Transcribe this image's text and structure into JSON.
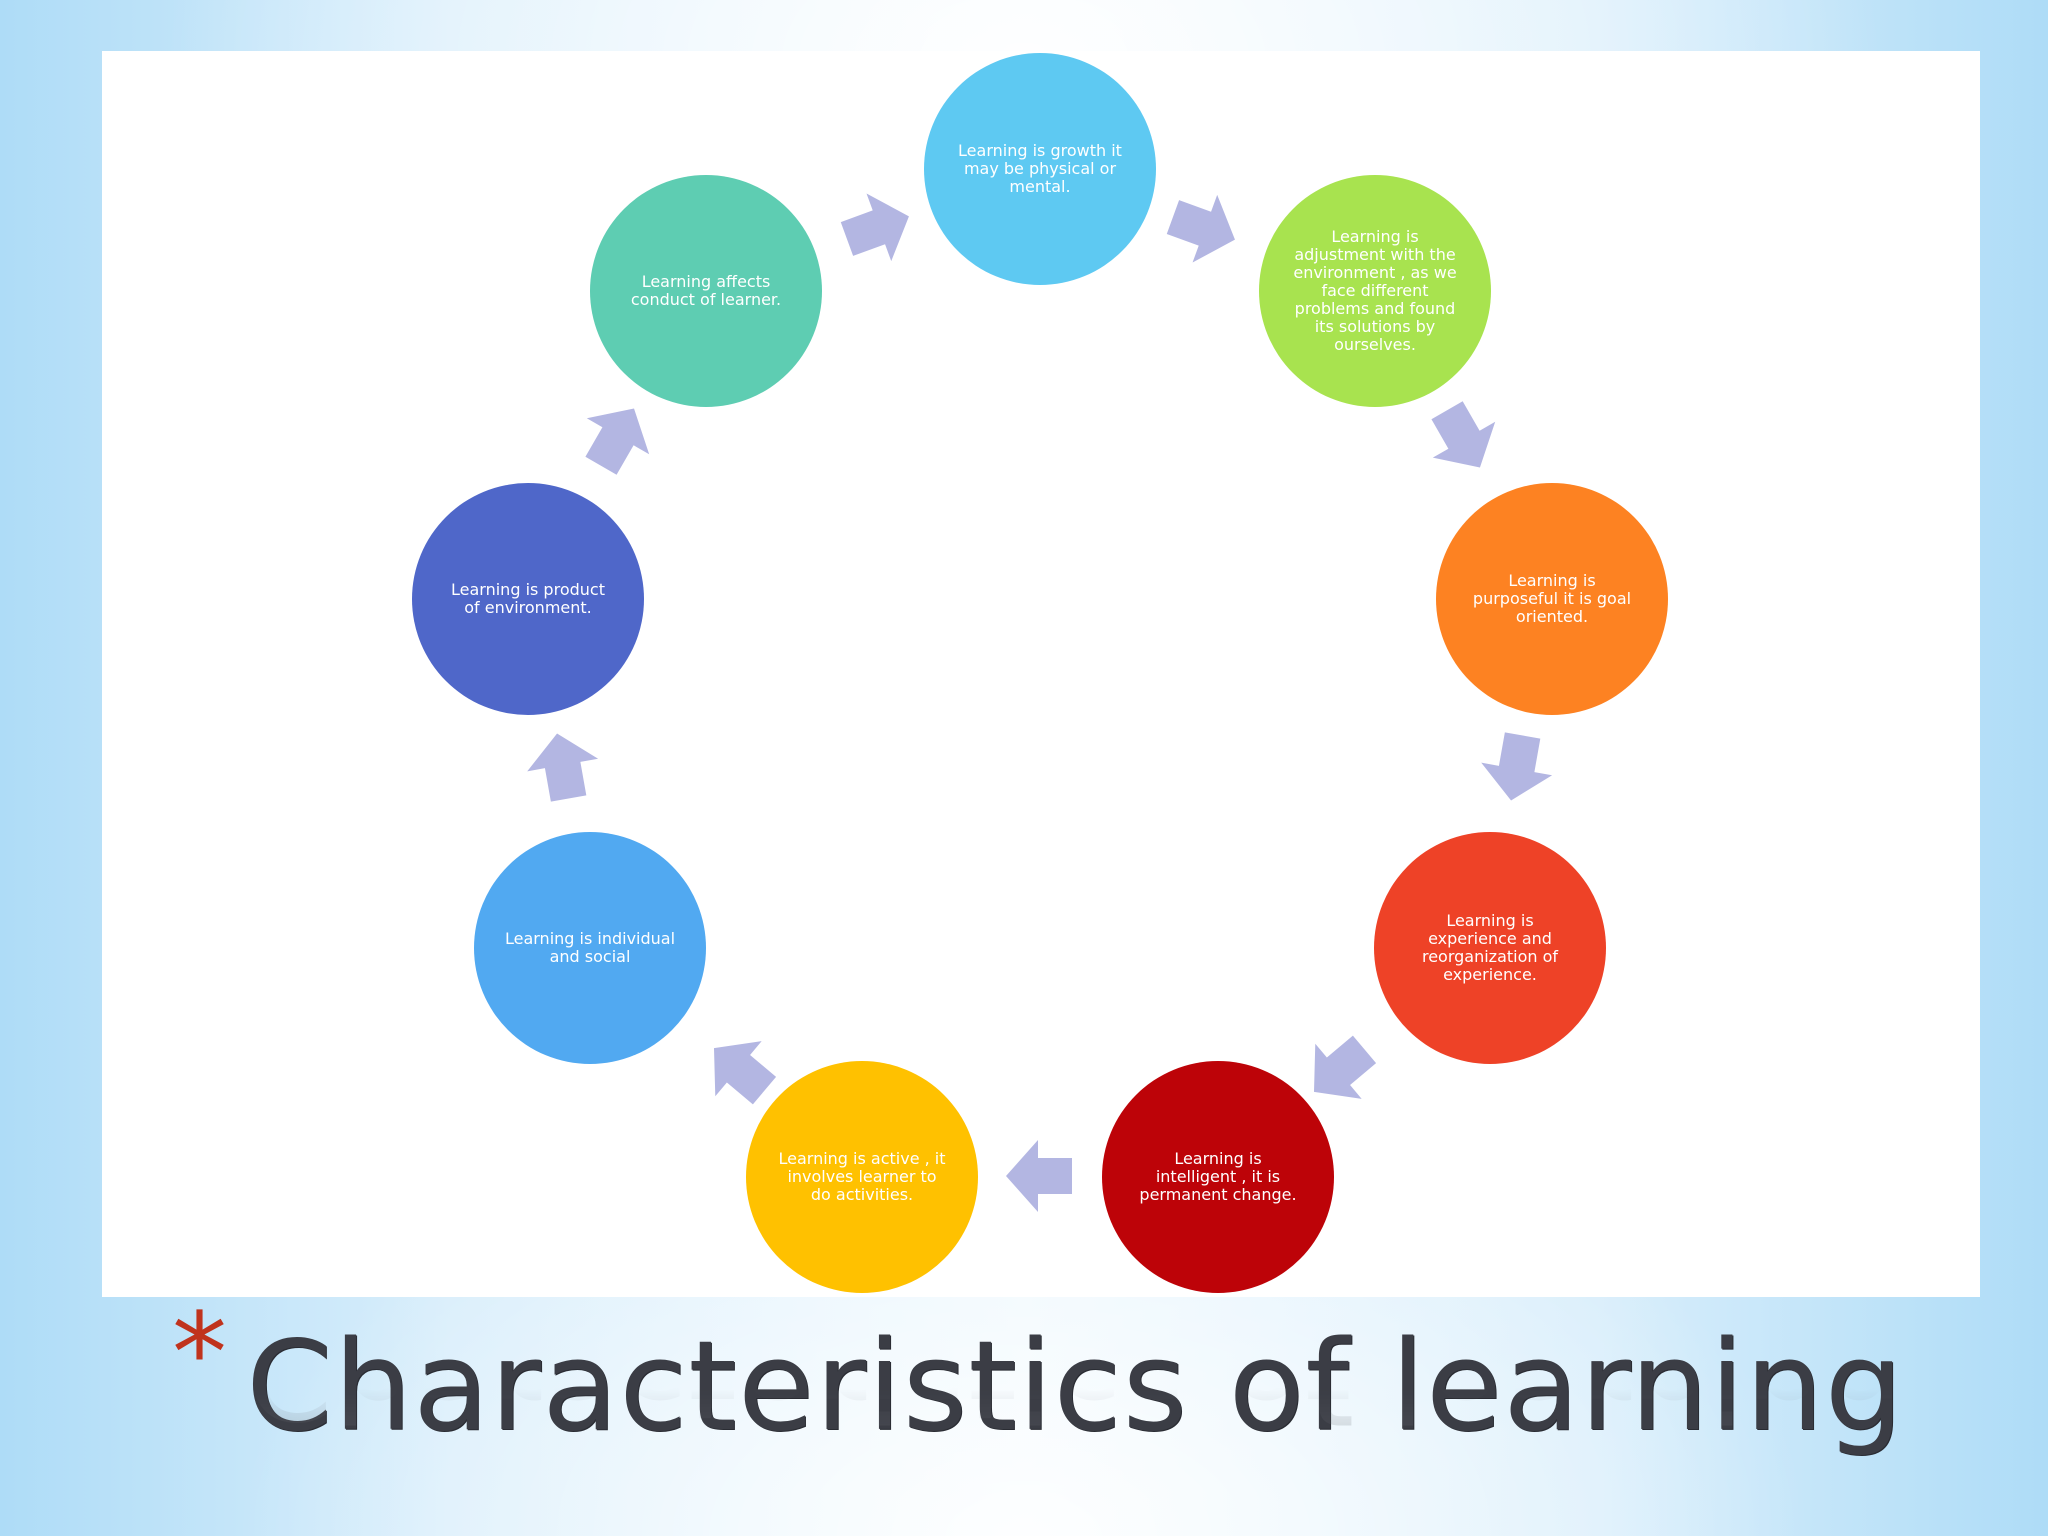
{
  "title": {
    "bullet": "*",
    "text": "Characteristics of learning"
  },
  "colors": {
    "arrow": "#b3b6e2",
    "title_text": "#3b3d45",
    "bullet": "#c0331d"
  },
  "cycle": {
    "nodes": [
      {
        "id": "growth",
        "lines": [
          "Learning is growth it",
          "may be physical or",
          "mental."
        ],
        "color": "#5ec9f2"
      },
      {
        "id": "adjustment",
        "lines": [
          "Learning is",
          "adjustment with the",
          "environment , as we",
          "face different",
          "problems and found",
          "its solutions by",
          "ourselves."
        ],
        "color": "#a8e34f"
      },
      {
        "id": "purposeful",
        "lines": [
          "Learning is",
          "purposeful it is goal",
          "oriented."
        ],
        "color": "#fd8222"
      },
      {
        "id": "experience",
        "lines": [
          "Learning is",
          "experience and",
          "reorganization of",
          "experience."
        ],
        "color": "#ee4227"
      },
      {
        "id": "intelligent",
        "lines": [
          "Learning is",
          "intelligent , it is",
          "permanent change."
        ],
        "color": "#bd0308"
      },
      {
        "id": "active",
        "lines": [
          "Learning is active , it",
          "involves learner to",
          "do activities."
        ],
        "color": "#ffc100"
      },
      {
        "id": "individual-social",
        "lines": [
          "Learning is individual",
          "and social"
        ],
        "color": "#51a9f1"
      },
      {
        "id": "product-environment",
        "lines": [
          "Learning is product",
          "of environment."
        ],
        "color": "#4f67c9"
      },
      {
        "id": "conduct",
        "lines": [
          "Learning affects",
          "conduct of learner."
        ],
        "color": "#5ecdb2"
      }
    ]
  }
}
